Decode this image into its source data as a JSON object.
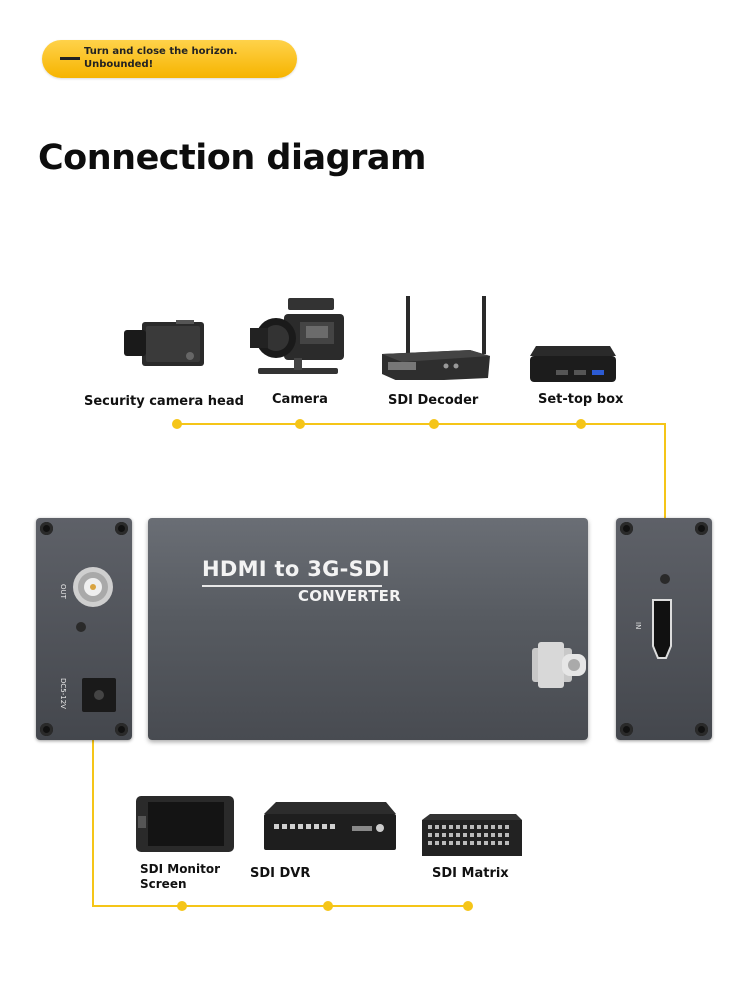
{
  "slogan": {
    "line1": "Turn and close the horizon.",
    "line2": "Unbounded!"
  },
  "title": "Connection diagram",
  "inputs": [
    {
      "label": "Security camera head",
      "icon": "security-camera-icon"
    },
    {
      "label": "Camera",
      "icon": "cinema-camera-icon"
    },
    {
      "label": "SDI Decoder",
      "icon": "sdi-decoder-icon"
    },
    {
      "label": "Set-top box",
      "icon": "set-top-box-icon"
    }
  ],
  "outputs": [
    {
      "label": "SDI Monitor Screen",
      "icon": "sdi-monitor-icon"
    },
    {
      "label": "SDI DVR",
      "icon": "sdi-dvr-icon"
    },
    {
      "label": "SDI Matrix",
      "icon": "sdi-matrix-icon"
    }
  ],
  "converter": {
    "title": "HDMI to 3G-SDI",
    "subtitle": "CONVERTER"
  },
  "left_panel": {
    "port_top": "OUT",
    "port_bottom": "DC5-12V"
  },
  "right_panel": {
    "port": "IN"
  },
  "colors": {
    "connector": "#f5c518",
    "device_body": "#55585e",
    "slogan": "#f6b400"
  }
}
